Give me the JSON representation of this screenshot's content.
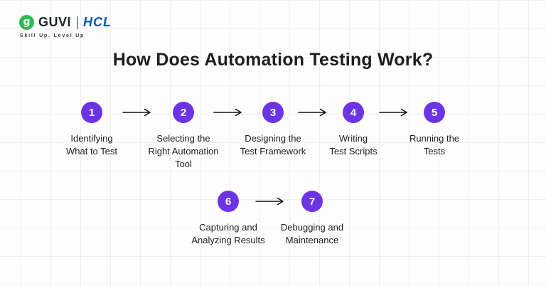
{
  "brand": {
    "guvi_icon_glyph": "g",
    "guvi": "GUVI",
    "hcl": "HCL",
    "tagline": "Skill Up. Level Up",
    "colors": {
      "guvi_green": "#27be51",
      "hcl_blue": "#0f57a8"
    }
  },
  "title": "How Does Automation Testing Work?",
  "flow": {
    "accent_purple": "#6c35e4",
    "arrow_color": "#111111",
    "steps": [
      {
        "number": "1",
        "label": "Identifying\nWhat to Test"
      },
      {
        "number": "2",
        "label": "Selecting the\nRight Automation\nTool"
      },
      {
        "number": "3",
        "label": "Designing the\nTest Framework"
      },
      {
        "number": "4",
        "label": "Writing\nTest Scripts"
      },
      {
        "number": "5",
        "label": "Running the\nTests"
      },
      {
        "number": "6",
        "label": "Capturing and\nAnalyzing Results"
      },
      {
        "number": "7",
        "label": "Debugging and\nMaintenance"
      }
    ]
  }
}
